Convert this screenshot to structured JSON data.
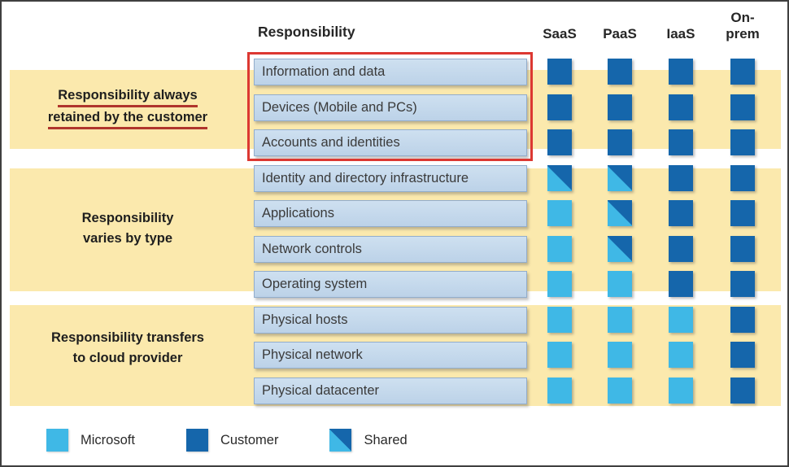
{
  "header": {
    "responsibility_label": "Responsibility",
    "columns": [
      "SaaS",
      "PaaS",
      "IaaS",
      "On-prem"
    ]
  },
  "groups": [
    {
      "name": "retained-by-customer",
      "lines": [
        "Responsibility always",
        "retained by the customer"
      ],
      "underlined": true
    },
    {
      "name": "varies-by-type",
      "lines": [
        "Responsibility",
        "varies by type"
      ],
      "underlined": false
    },
    {
      "name": "transfers-to-cloud-provider",
      "lines": [
        "Responsibility transfers",
        "to cloud provider"
      ],
      "underlined": false
    }
  ],
  "matrix": {
    "columns": [
      "SaaS",
      "PaaS",
      "IaaS",
      "On-prem"
    ],
    "rows": [
      {
        "label": "Information and data",
        "cells": [
          "customer",
          "customer",
          "customer",
          "customer"
        ]
      },
      {
        "label": "Devices (Mobile and PCs)",
        "cells": [
          "customer",
          "customer",
          "customer",
          "customer"
        ]
      },
      {
        "label": "Accounts and identities",
        "cells": [
          "customer",
          "customer",
          "customer",
          "customer"
        ]
      },
      {
        "label": "Identity and directory infrastructure",
        "cells": [
          "shared",
          "shared",
          "customer",
          "customer"
        ]
      },
      {
        "label": "Applications",
        "cells": [
          "microsoft",
          "shared",
          "customer",
          "customer"
        ]
      },
      {
        "label": "Network controls",
        "cells": [
          "microsoft",
          "shared",
          "customer",
          "customer"
        ]
      },
      {
        "label": "Operating system",
        "cells": [
          "microsoft",
          "microsoft",
          "customer",
          "customer"
        ]
      },
      {
        "label": "Physical hosts",
        "cells": [
          "microsoft",
          "microsoft",
          "microsoft",
          "customer"
        ]
      },
      {
        "label": "Physical network",
        "cells": [
          "microsoft",
          "microsoft",
          "microsoft",
          "customer"
        ]
      },
      {
        "label": "Physical datacenter",
        "cells": [
          "microsoft",
          "microsoft",
          "microsoft",
          "customer"
        ]
      }
    ]
  },
  "legend": [
    {
      "type": "microsoft",
      "label": "Microsoft"
    },
    {
      "type": "customer",
      "label": "Customer"
    },
    {
      "type": "shared",
      "label": "Shared"
    }
  ],
  "colors": {
    "customer": "#1566AB",
    "microsoft": "#3FB8E6",
    "band_yellow": "#FBE9AD",
    "highlight_red": "#DC3832",
    "underline_red": "#B0352C",
    "row_bar": "#BCD2E8"
  }
}
